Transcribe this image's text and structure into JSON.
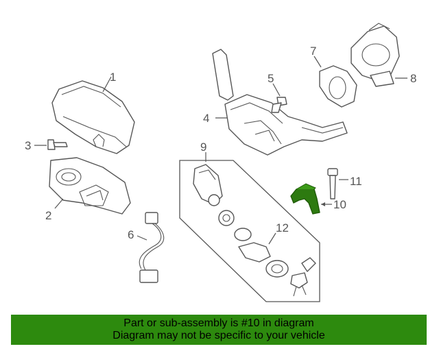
{
  "diagram": {
    "callouts": [
      {
        "id": "1",
        "label": "1"
      },
      {
        "id": "2",
        "label": "2"
      },
      {
        "id": "3",
        "label": "3"
      },
      {
        "id": "4",
        "label": "4"
      },
      {
        "id": "5",
        "label": "5"
      },
      {
        "id": "6",
        "label": "6"
      },
      {
        "id": "7",
        "label": "7"
      },
      {
        "id": "8",
        "label": "8"
      },
      {
        "id": "9",
        "label": "9"
      },
      {
        "id": "10",
        "label": "10"
      },
      {
        "id": "11",
        "label": "11"
      },
      {
        "id": "12",
        "label": "12"
      }
    ],
    "highlighted_part": "10",
    "highlight_color": "#2d7a10"
  },
  "banner": {
    "line1": "Part or sub-assembly is #10 in diagram",
    "line2": "Diagram may not be specific to your vehicle",
    "background": "#2d8a0e"
  }
}
